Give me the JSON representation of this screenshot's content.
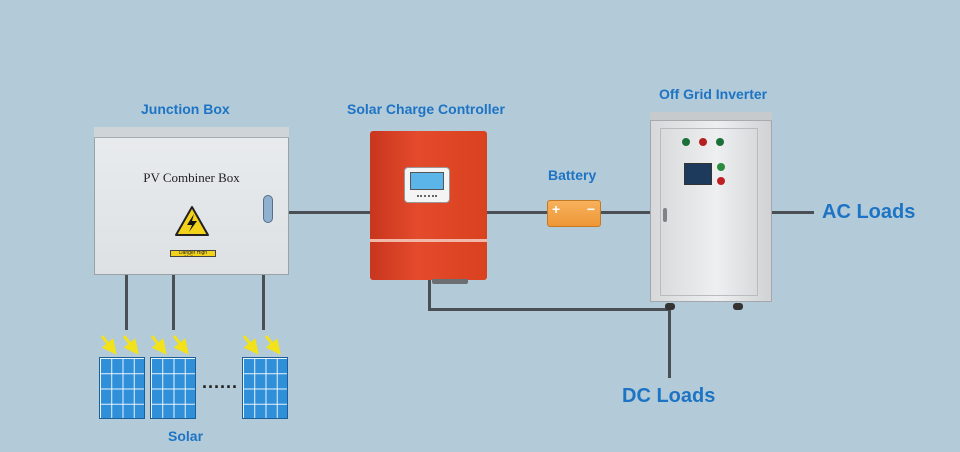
{
  "labels": {
    "junction_box": "Junction Box",
    "charge_controller": "Solar Charge Controller",
    "battery": "Battery",
    "inverter": "Off Grid Inverter",
    "ac_loads": "AC Loads",
    "dc_loads": "DC Loads",
    "solar": "Solar"
  },
  "junction_box": {
    "title": "PV Combiner Box",
    "warning_plate": "Danger High Voltage"
  },
  "battery": {
    "positive": "+",
    "negative": "−"
  },
  "solar": {
    "ellipsis": "......"
  },
  "colors": {
    "background": "#b3cad8",
    "label_blue": "#1d74c4",
    "wire": "#4a4f55",
    "controller_red": "#d9411f",
    "battery_orange": "#f0a040",
    "panel_blue": "#2f8fd9",
    "arrow_yellow": "#f2e21b"
  }
}
